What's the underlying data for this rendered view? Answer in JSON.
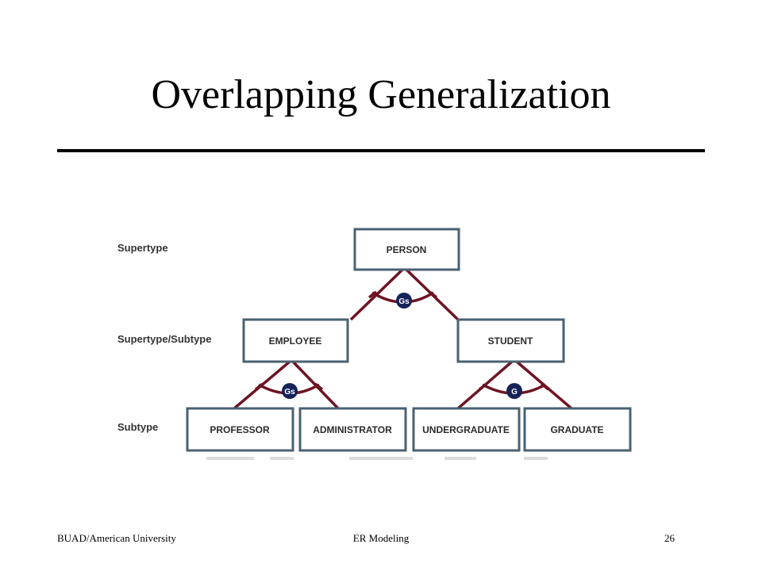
{
  "slide": {
    "title": "Overlapping Generalization"
  },
  "diagram": {
    "levels": {
      "supertype": "Supertype",
      "supertype_subtype": "Supertype/Subtype",
      "subtype": "Subtype"
    },
    "entities": {
      "person": "PERSON",
      "employee": "EMPLOYEE",
      "student": "STUDENT",
      "professor": "PROFESSOR",
      "administrator": "ADMINISTRATOR",
      "undergraduate": "UNDERGRADUATE",
      "graduate": "GRADUATE"
    },
    "symbols": {
      "person_gen": "Gs",
      "employee_gen": "Gs",
      "student_gen": "G"
    },
    "colors": {
      "line": "#6e1423",
      "box_border": "#4a6272",
      "symbol_fill": "#15235a"
    }
  },
  "footer": {
    "left": "BUAD/American University",
    "center": "ER Modeling",
    "page": "26"
  }
}
